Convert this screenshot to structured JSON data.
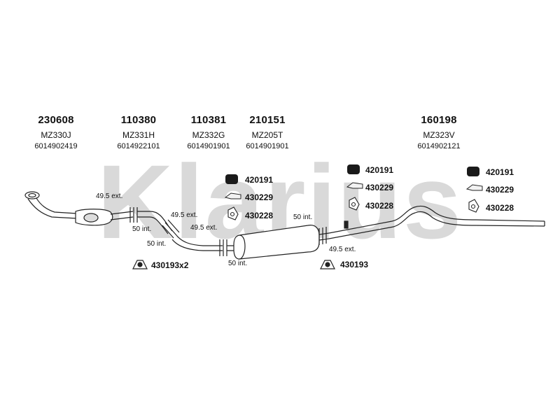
{
  "watermark": "Klarius",
  "parts": [
    {
      "number": "230608",
      "code": "MZ330J",
      "oem": "6014902419"
    },
    {
      "number": "110380",
      "code": "MZ331H",
      "oem": "6014922101"
    },
    {
      "number": "110381",
      "code": "MZ332G",
      "oem": "6014901901"
    },
    {
      "number": "210151",
      "code": "MZ205T",
      "oem": "6014901901"
    },
    {
      "number": "160198",
      "code": "MZ323V",
      "oem": "6014902121"
    }
  ],
  "joints": {
    "j1": "49.5 ext.",
    "j2": "50 int.",
    "j3": "49.5 ext.",
    "j4": "50 int.",
    "j5": "49.5 ext.",
    "j6": "50 int.",
    "j7": "50 int.",
    "j8": "49.5 ext."
  },
  "fittings": {
    "group1": [
      "420191",
      "430229",
      "430228"
    ],
    "group2": [
      "420191",
      "430229",
      "430228"
    ],
    "group3": [
      "420191",
      "430229",
      "430228"
    ],
    "mount_left": "430193x2",
    "mount_right": "430193"
  },
  "colors": {
    "watermark": "#d9d9d9",
    "line": "#222222",
    "rubber": "#1a1a1a"
  }
}
